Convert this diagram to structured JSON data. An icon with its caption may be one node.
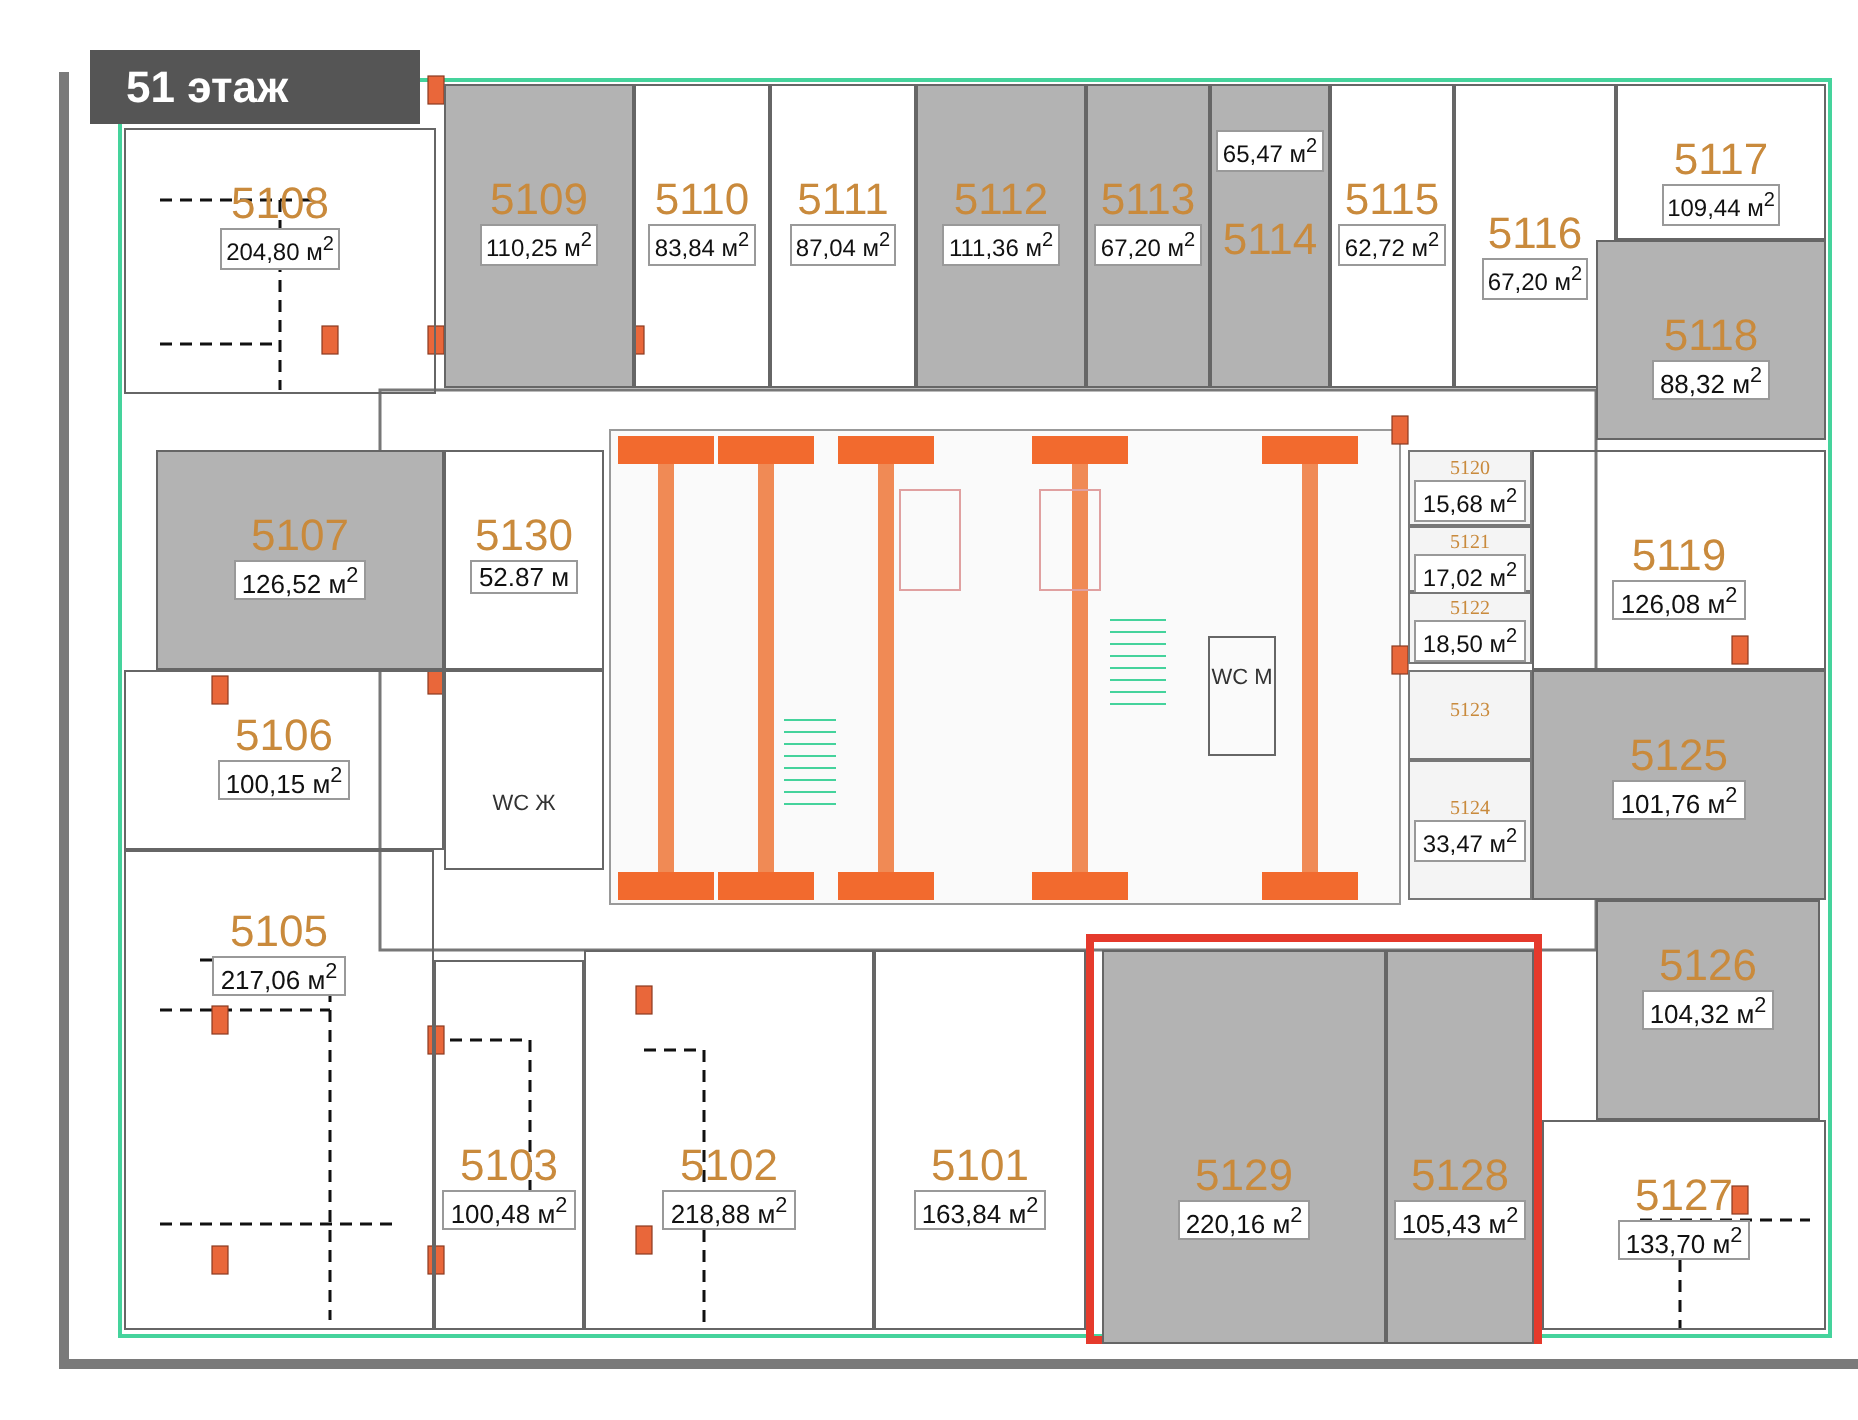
{
  "diagram": {
    "title": "51 этаж",
    "nodes": [
      {
        "text": [
          "5108",
          "204,80 м$^{2}$"
        ]
      },
      {
        "text": [
          "5109",
          "110,25 м$^{2}$"
        ]
      },
      {
        "text": [
          "5110",
          "83,84 м$^{2}$"
        ]
      },
      {
        "text": [
          "5111",
          "87,04 м$^{2}$"
        ]
      },
      {
        "text": [
          "5112",
          "111,36 м$^{2}$"
        ]
      },
      {
        "text": [
          "5113",
          "67,20 м$^{2}$"
        ]
      },
      {
        "text": [
          "65,47 м$^{2}$",
          "5114"
        ]
      },
      {
        "text": [
          "5115",
          "62,72 м$^{2}$"
        ]
      },
      {
        "text": [
          "5116",
          "67,20 м$^{2}$"
        ]
      },
      {
        "text": [
          "5117",
          "109,44 м$^{2}$"
        ]
      },
      {
        "text": [
          "5118",
          "88,32 м$^{2}$"
        ]
      },
      {
        "text": [
          "5107",
          "126,52 м$^{2}$"
        ]
      },
      {
        "text": [
          "5130",
          "52.87 м"
        ]
      },
      {
        "text": [
          "5120",
          "15,68 м$^{2}$"
        ]
      },
      {
        "text": [
          "5119",
          "126,08 м$^{2}$"
        ]
      },
      {
        "text": [
          "5121",
          "17,02 м$^{2}$"
        ]
      },
      {
        "text": [
          "5122",
          "18,50 м$^{2}$"
        ]
      },
      {
        "text": [
          "5106",
          "100,15 м$^{2}$"
        ]
      },
      {
        "text": [
          "WC Ж"
        ]
      },
      {
        "text": [
          "WC М"
        ]
      },
      {
        "text": [
          "5123"
        ]
      },
      {
        "text": [
          "5125",
          "101,76 м$^{2}$"
        ]
      },
      {
        "text": [
          "5124",
          "33,47 м$^{2}$"
        ]
      },
      {
        "text": [
          "5105",
          "217,06 м$^{2}$"
        ]
      },
      {
        "text": [
          "5126",
          "104,32 м$^{2}$"
        ]
      },
      {
        "text": [
          "5103",
          "100,48 м$^{2}$"
        ]
      },
      {
        "text": [
          "5102",
          "218,88 м$^{2}$"
        ]
      },
      {
        "text": [
          "5101",
          "163,84 м$^{2}$"
        ]
      },
      {
        "text": [],
        "shape": "box"
      },
      {
        "text": [
          "5129",
          "220,16 м$^{2}$"
        ],
        "in": 28
      },
      {
        "text": [
          "5128",
          "105,43 м$^{2}$"
        ],
        "in": 28
      },
      {
        "text": [
          "5127",
          "133,70 м$^{2}$"
        ]
      }
    ],
    "edges": []
  }
}
